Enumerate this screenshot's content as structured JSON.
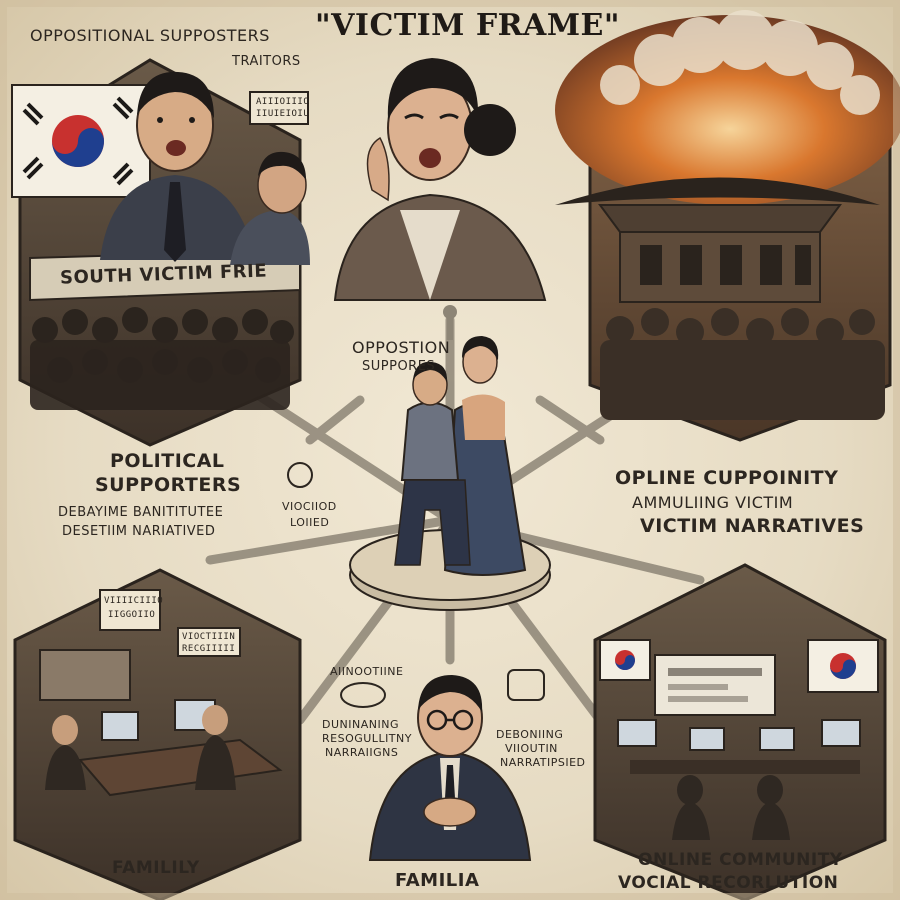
{
  "title": "\"VICTIM FRAME\"",
  "labels": {
    "oppositional_supporters": "OPPOSITIONAL SUPPOSTERS",
    "traitors": "TRAITORS",
    "banner": "SOUTH VICTIM FRIE",
    "opposition_supporters_center": "OPPOSTION",
    "opposition_supporters_center_2": "SUPPORES",
    "political_supporters_1": "POLITICAL",
    "political_supporters_2": "SUPPORTERS",
    "political_sub_1": "DEBAYIME BANITITUTEE",
    "political_sub_2": "DESETIIM NARIATIVED",
    "center_small_1": "VIOCIIOD",
    "center_small_2": "LOIIED",
    "online_community_1": "OPLINE CUPPOINITY",
    "online_community_2": "AMMULIING VICTIM",
    "online_community_3": "VICTIM NARRATIVES",
    "family_left": "FAMILILY",
    "family_center": "FAMILIA",
    "annotation_left_1": "AIINOOTIINE",
    "annotation_left_2": "DUNINANING",
    "annotation_left_3": "RESOGULLITNY",
    "annotation_left_4": "NARRAIIGNS",
    "annotation_right_1": "DEBONIING",
    "annotation_right_2": "VIIOUTIN",
    "annotation_right_3": "NARRATIPSIED",
    "online_bottom_1": "ONLINE COMMUNITY",
    "online_bottom_2": "VOCIAL RECORLUTION",
    "sign_top_1": "AIIIOIIIO",
    "sign_top_2": "IIUIEIOIU",
    "sign_family_1": "VIIIICIIIO",
    "sign_family_2": "IIGGOIIO",
    "sign_family_3": "VIOCTIIIN",
    "sign_family_4": "RECGIIIII"
  },
  "colors": {
    "paper": "#e9dfc9",
    "ink": "#2c2620",
    "flag_red": "#c8312f",
    "flag_blue": "#1f3f8f",
    "fire": "#c5561e"
  }
}
